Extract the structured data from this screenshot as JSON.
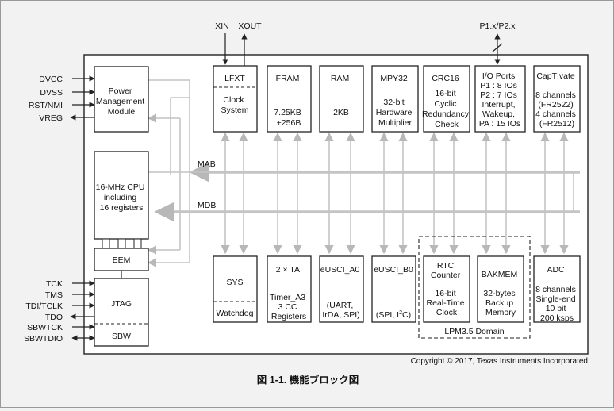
{
  "pins_left": [
    "DVCC",
    "DVSS",
    "RST/NMI",
    "VREG",
    "TCK",
    "TMS",
    "TDI/TCLK",
    "TDO",
    "SBWTCK",
    "SBWTDIO"
  ],
  "pins_top": {
    "xin": "XIN",
    "xout": "XOUT",
    "ports": "P1.x/P2.x"
  },
  "buses": {
    "mab": "MAB",
    "mdb": "MDB"
  },
  "blocks": {
    "pmm": [
      "Power",
      "Management",
      "Module"
    ],
    "cpu": [
      "16-MHz CPU",
      "including",
      "16 registers"
    ],
    "eem": "EEM",
    "jtag": "JTAG",
    "sbw": "SBW",
    "lfxt_title": "LFXT",
    "lfxt_sub": [
      "Clock",
      "System"
    ],
    "fram": [
      "FRAM",
      "",
      "7.25KB",
      "+256B"
    ],
    "ram": [
      "RAM",
      "",
      "2KB"
    ],
    "mpy": [
      "MPY32",
      "",
      "32-bit",
      "Hardware",
      "Multiplier"
    ],
    "crc": [
      "CRC16",
      "",
      "16-bit",
      "Cyclic",
      "Redundancy",
      "Check"
    ],
    "io": [
      "I/O Ports",
      "P1 : 8 IOs",
      "P2 : 7 IOs",
      "Interrupt,",
      "Wakeup,",
      "PA : 15 IOs"
    ],
    "captivate": [
      "CapTIvate",
      "",
      "8 channels",
      "(FR2522)",
      "4 channels",
      "(FR2512)"
    ],
    "sys_title": "SYS",
    "sys_sub": "Watchdog",
    "ta": [
      "2 × TA",
      "",
      "Timer_A3",
      "3 CC",
      "Registers"
    ],
    "usci_a0": [
      "eUSCI_A0",
      "",
      "",
      "(UART,",
      "IrDA, SPI)"
    ],
    "usci_b0_title": "eUSCI_B0",
    "usci_b0_body": [
      "(SPI, I",
      "2",
      "C)"
    ],
    "rtc": [
      "RTC",
      "Counter",
      "",
      "16-bit",
      "Real-Time",
      "Clock"
    ],
    "bakmem": [
      "BAKMEM",
      "",
      "32-bytes",
      "Backup",
      "Memory"
    ],
    "adc": [
      "ADC",
      "",
      "8 channels",
      "Single-end",
      "10 bit",
      "200 ksps"
    ],
    "lpm_domain": "LPM3.5 Domain"
  },
  "copyright": "Copyright © 2017, Texas Instruments Incorporated",
  "caption": "図 1-1. 機能ブロック図"
}
